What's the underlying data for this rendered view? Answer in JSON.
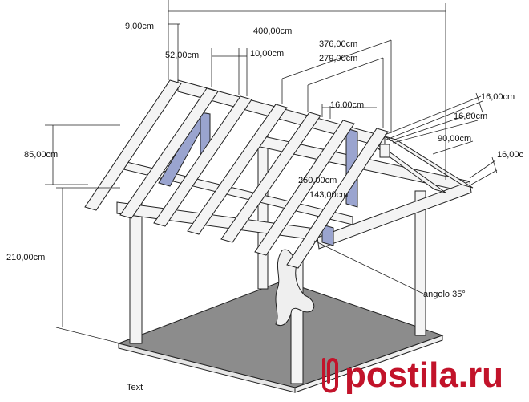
{
  "dimensions": {
    "d_9": "9,00cm",
    "d_400": "400,00cm",
    "d_376": "376,00cm",
    "d_279": "279,00cm",
    "d_52": "52,00cm",
    "d_10": "10,00cm",
    "d_16_top": "16,00cm",
    "d_16_right_a": "16,00cm",
    "d_16_right_b": "16,00cm",
    "d_16_right_c": "16,00c",
    "d_90": "90,00cm",
    "d_85": "85,00cm",
    "d_250": "250,00cm",
    "d_143": "143,00cm",
    "d_210": "210,00cm"
  },
  "labels": {
    "angle": "angolo 35°",
    "text": "Text"
  },
  "watermark": {
    "text": "postila.ru",
    "color": "#c2132a",
    "icon": "paperclip-icon"
  },
  "colors": {
    "timber_fill": "#f4f4f4",
    "timber_stroke": "#222222",
    "brace_fill": "#9aa4cf",
    "floor_fill": "#8c8c8c",
    "floor_edge": "#e6e6e6"
  }
}
